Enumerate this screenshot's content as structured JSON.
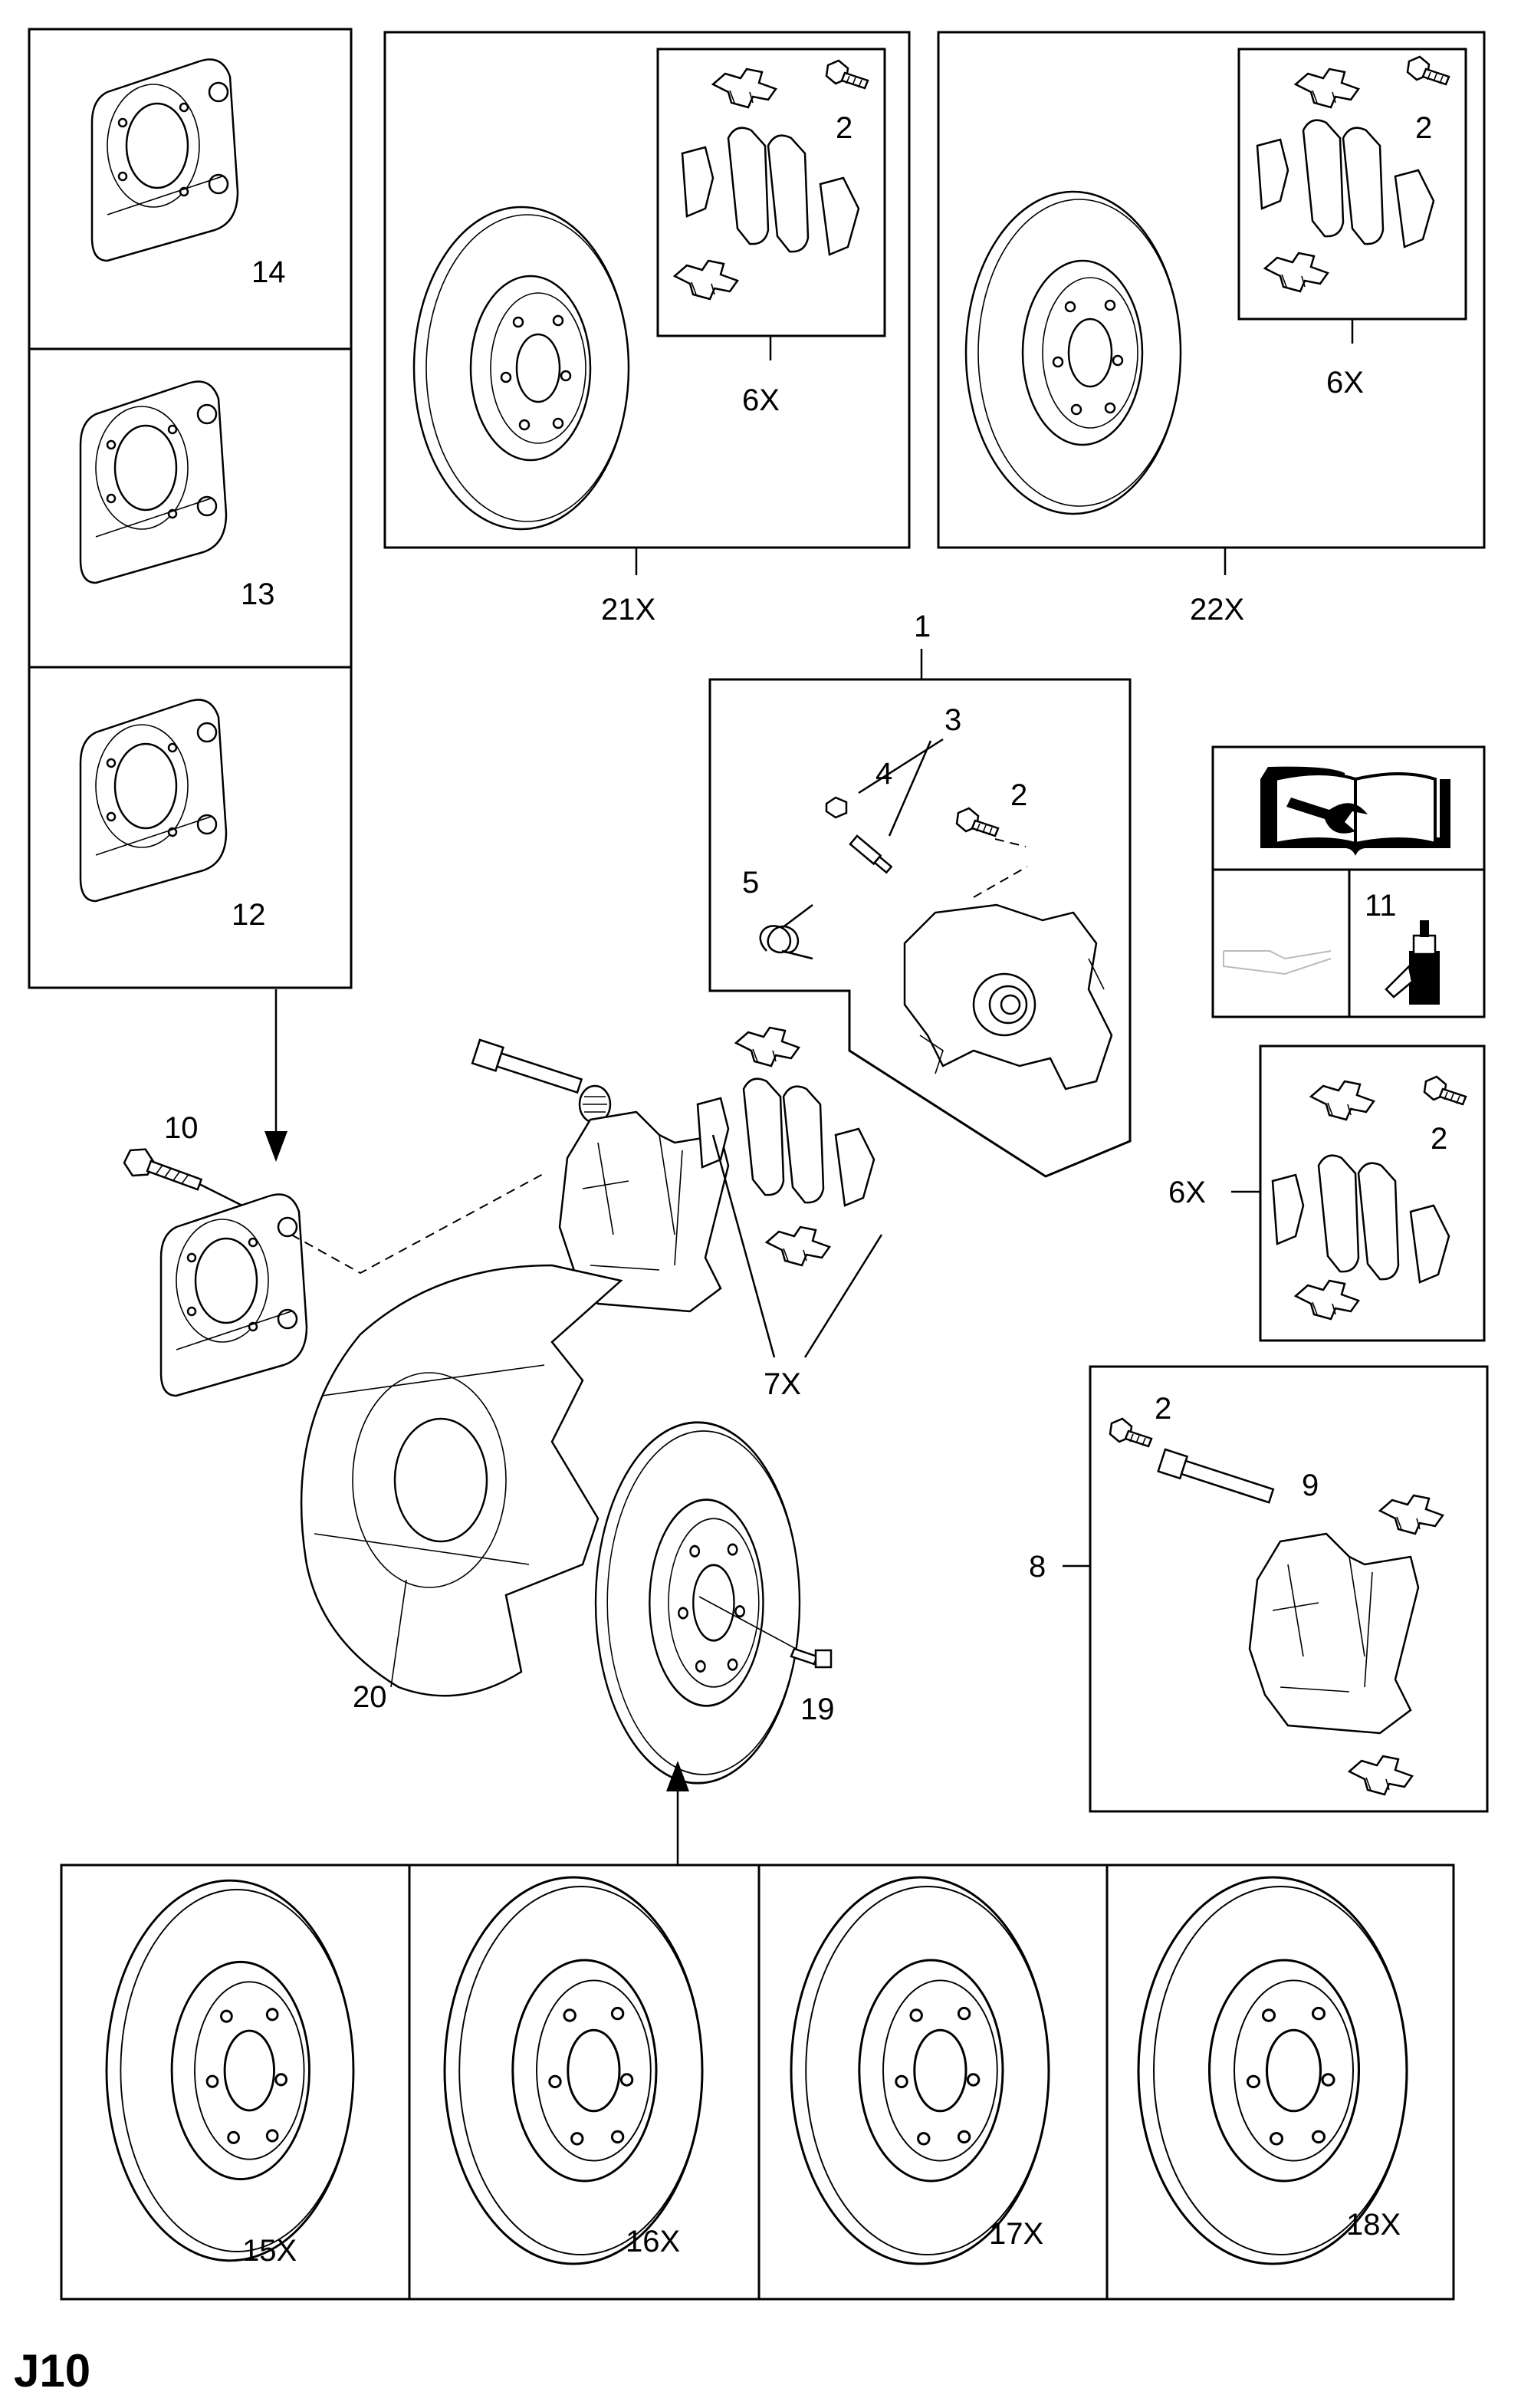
{
  "page_code": "J10",
  "callouts": {
    "c1": "1",
    "c2a": "2",
    "c2b": "2",
    "c2c": "2",
    "c2d": "2",
    "c2e": "2",
    "c3": "3",
    "c4": "4",
    "c5": "5",
    "c6a": "6X",
    "c6b": "6X",
    "c6c": "6X",
    "c7": "7X",
    "c8": "8",
    "c9": "9",
    "c10": "10",
    "c11": "11",
    "c12": "12",
    "c13": "13",
    "c14": "14",
    "c15": "15X",
    "c16": "16X",
    "c17": "17X",
    "c18": "18X",
    "c19": "19",
    "c20": "20",
    "c21": "21X",
    "c22": "22X"
  },
  "icons": {
    "manual": "repair-manual-icon",
    "grease": "grease-tube-icon"
  }
}
